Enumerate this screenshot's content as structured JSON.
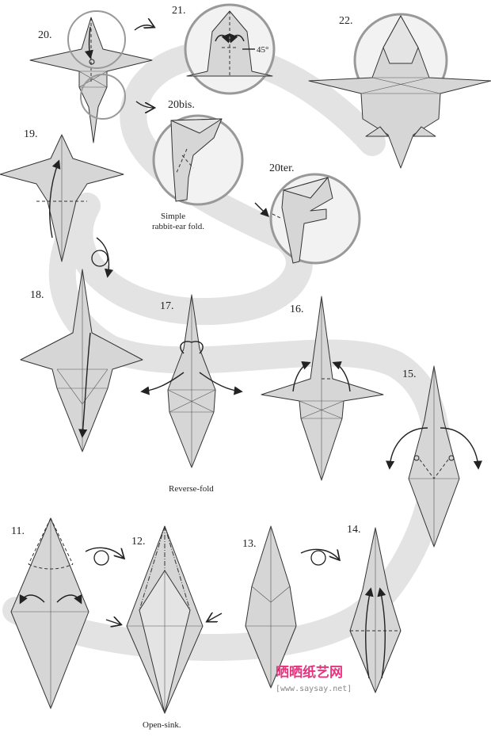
{
  "steps": {
    "s11": "11.",
    "s12": "12.",
    "s13": "13.",
    "s14": "14.",
    "s15": "15.",
    "s16": "16.",
    "s17": "17.",
    "s18": "18.",
    "s19": "19.",
    "s20": "20.",
    "s20bis": "20bis.",
    "s20ter": "20ter.",
    "s21": "21.",
    "s22": "22."
  },
  "captions": {
    "simple": "Simple",
    "rabbit_ear": "rabbit-ear fold.",
    "reverse_fold": "Reverse-fold",
    "open_sink": "Open-sink."
  },
  "angle_label": "45°",
  "watermark": {
    "logo": "晒晒纸艺网",
    "url": "[www.saysay.net]"
  },
  "colors": {
    "paper": "#d6d6d6",
    "path_band": "#e3e3e3",
    "zoom_ring": "#999999",
    "logo_pink": "#e8337f"
  }
}
